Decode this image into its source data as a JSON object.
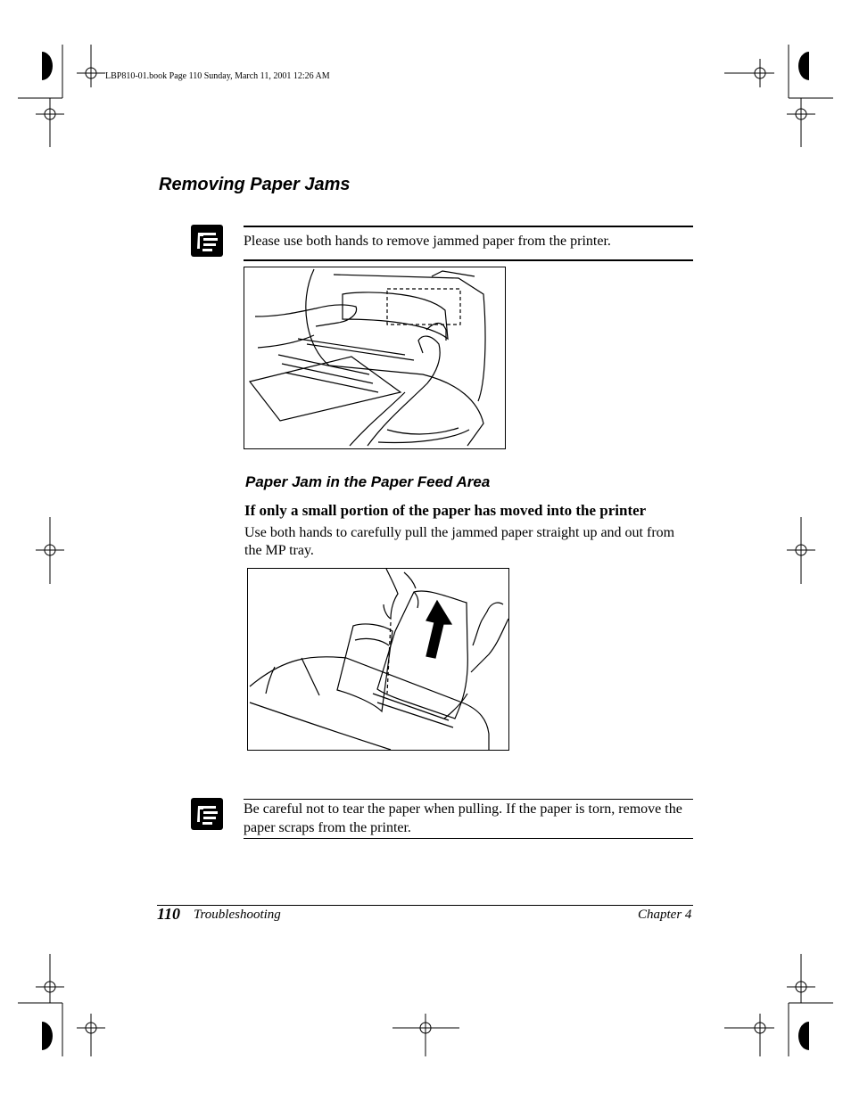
{
  "header": {
    "book_info": "LBP810-01.book  Page 110  Sunday, March 11, 2001  12:26 AM"
  },
  "section": {
    "title": "Removing Paper Jams"
  },
  "note1": {
    "icon": "note-hand-icon",
    "text": "Please use both hands to remove jammed paper from the printer."
  },
  "figure1": {
    "subject": "hands-removing-jammed-paper-from-printer"
  },
  "subsection": {
    "title": "Paper Jam in the Paper Feed Area"
  },
  "step": {
    "heading": "If only a small portion of the paper has moved into the printer",
    "body": "Use both hands to carefully pull the jammed paper straight up and out from the MP tray."
  },
  "figure2": {
    "subject": "pulling-paper-up-from-mp-tray"
  },
  "note2": {
    "icon": "note-hand-icon",
    "text": "Be careful not to tear the paper when pulling. If the paper is torn, remove the paper scraps from the printer."
  },
  "footer": {
    "page_number": "110",
    "section": "Troubleshooting",
    "chapter": "Chapter 4"
  }
}
